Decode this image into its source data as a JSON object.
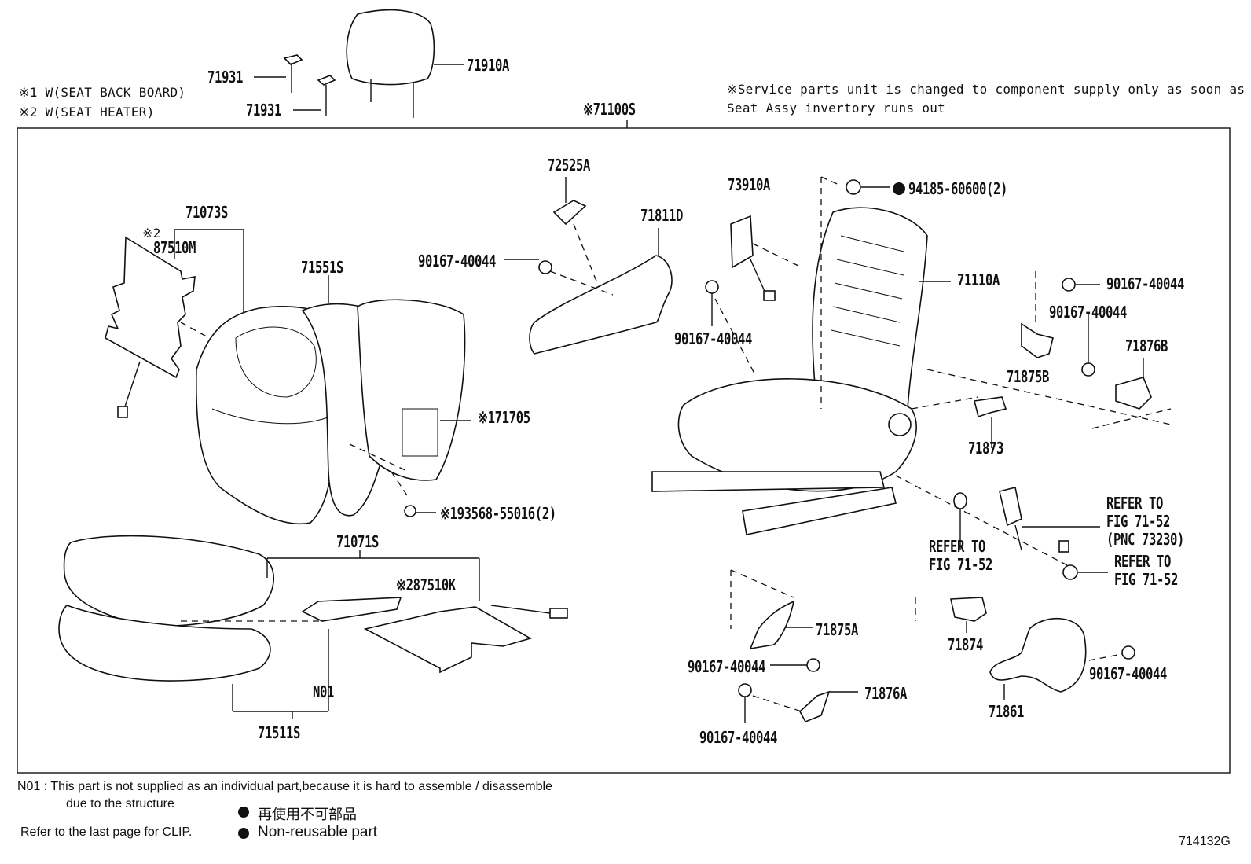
{
  "notes": {
    "note1": "※1 W(SEAT BACK BOARD)",
    "note2": "※2 W(SEAT HEATER)",
    "service_line1": "※Service parts unit is changed to component supply only as soon as",
    "service_line2": "Seat Assy invertory runs out"
  },
  "parts": {
    "p71931a": "71931",
    "p71931b": "71931",
    "p71910A": "71910A",
    "p71100S": "※71100S",
    "p72525A": "72525A",
    "p73910A": "73910A",
    "p94185": "94185-60600(2)",
    "p71073S": "71073S",
    "p87510M_mark": "※2",
    "p87510M": "87510M",
    "p71811D": "71811D",
    "p90167_a": "90167-40044",
    "p71551S": "71551S",
    "p71110A": "71110A",
    "p90167_b": "90167-40044",
    "p90167_c": "90167-40044",
    "p90167_d": "90167-40044",
    "p71876B": "71876B",
    "p71875B": "71875B",
    "p71705": "※171705",
    "p71873": "71873",
    "p93568": "※193568-55016(2)",
    "refer1_a": "REFER TO",
    "refer1_b": "FIG 71-52",
    "refer1_c": "(PNC 73230)",
    "p71071S": "71071S",
    "refer2_a": "REFER TO",
    "refer2_b": "FIG 71-52",
    "refer3_a": "REFER TO",
    "refer3_b": "FIG 71-52",
    "p87510K": "※287510K",
    "p71875A": "71875A",
    "p71874": "71874",
    "p90167_e": "90167-40044",
    "p90167_f": "90167-40044",
    "N01": "N01",
    "p71876A": "71876A",
    "p71861": "71861",
    "p71511S": "71511S",
    "p90167_g": "90167-40044"
  },
  "footer": {
    "n01_line1": "N01 : This part is not supplied as an individual part,because it is hard to assemble / disassemble",
    "n01_line2": "due to the structure",
    "jp_legend": "再使用不可部品",
    "clip_ref": "Refer to the last page for CLIP.",
    "en_legend": "Non-reusable part",
    "fig_id": "714132G"
  }
}
